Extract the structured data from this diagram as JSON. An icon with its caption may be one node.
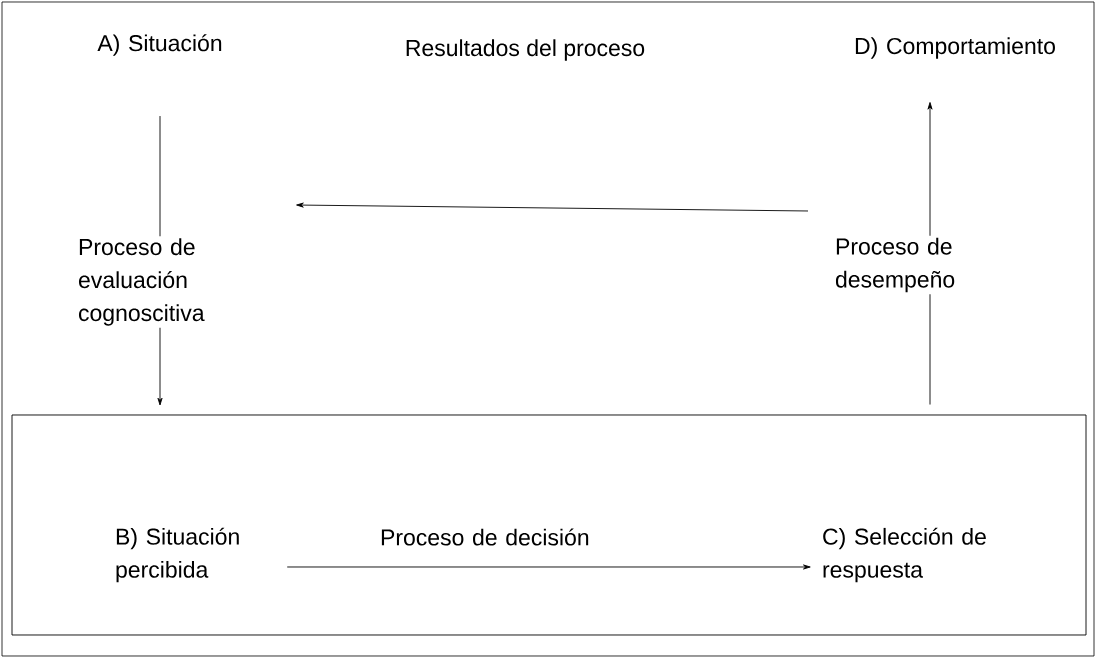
{
  "diagram": {
    "nodes": [
      {
        "text": [
          "A) Situación"
        ]
      },
      {
        "text": [
          "D) Comportamiento"
        ]
      },
      {
        "text": [],
        "shape": "box"
      },
      {
        "text": [
          "B) Situación percibida"
        ],
        "in": 2
      },
      {
        "text": [
          "C) Selección de respuesta"
        ],
        "in": 2
      }
    ],
    "edges": [
      {
        "from": 0,
        "to": 2,
        "arrow": "to",
        "label": "Proceso de evaluación cognoscitiva"
      },
      {
        "from": 2,
        "to": 1,
        "arrow": "to",
        "label": "Proceso de desempeño"
      },
      {
        "from": 3,
        "to": 4,
        "arrow": "to",
        "label": "Proceso de decisión"
      }
    ],
    "labels": [
      "Resultados del proceso"
    ]
  }
}
